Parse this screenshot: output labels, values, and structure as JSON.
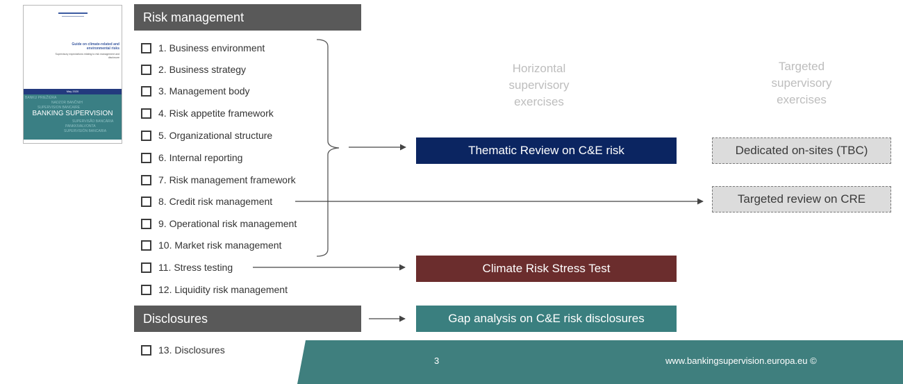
{
  "cover": {
    "title": "Guide on climate-related and environmental risks",
    "subtitle": "Supervisory expectations relating to risk management and disclosure",
    "date": "May 2020",
    "band_big": "BANKING SUPERVISION",
    "band_words": [
      "BANKU PRIEŽIŪRA",
      "NADZOR BANČNIH",
      "SUPERVISION BANCAIRE",
      "SUPERVISÃO BANCÁRIA",
      "PANKKIVALVONTA",
      "SUPERVISIÓN BANCARIA"
    ]
  },
  "headers": {
    "risk_management": "Risk management",
    "disclosures": "Disclosures"
  },
  "checklist": [
    "1. Business environment",
    "2. Business strategy",
    "3. Management body",
    "4. Risk appetite framework",
    "5. Organizational structure",
    "6. Internal reporting",
    "7. Risk management framework",
    "8. Credit risk management",
    "9. Operational risk management",
    "10. Market risk management",
    "11. Stress testing",
    "12. Liquidity risk management",
    "13. Disclosures"
  ],
  "columns": {
    "horizontal": [
      "Horizontal",
      "supervisory",
      "exercises"
    ],
    "targeted": [
      "Targeted",
      "supervisory",
      "exercises"
    ]
  },
  "boxes": {
    "thematic_review": "Thematic Review on C&E risk",
    "dedicated_onsites": "Dedicated on-sites (TBC)",
    "targeted_review": "Targeted review on CRE",
    "stress_test": "Climate Risk Stress Test",
    "gap_analysis": "Gap analysis on C&E risk disclosures"
  },
  "colors": {
    "header_grey": "#595959",
    "navy": "#0b2561",
    "maroon": "#6b2d2d",
    "teal": "#3a7f7f",
    "footer_teal": "#3f7f7e"
  },
  "footer": {
    "page_number": "3",
    "website": "www.bankingsupervision.europa.eu ©"
  }
}
